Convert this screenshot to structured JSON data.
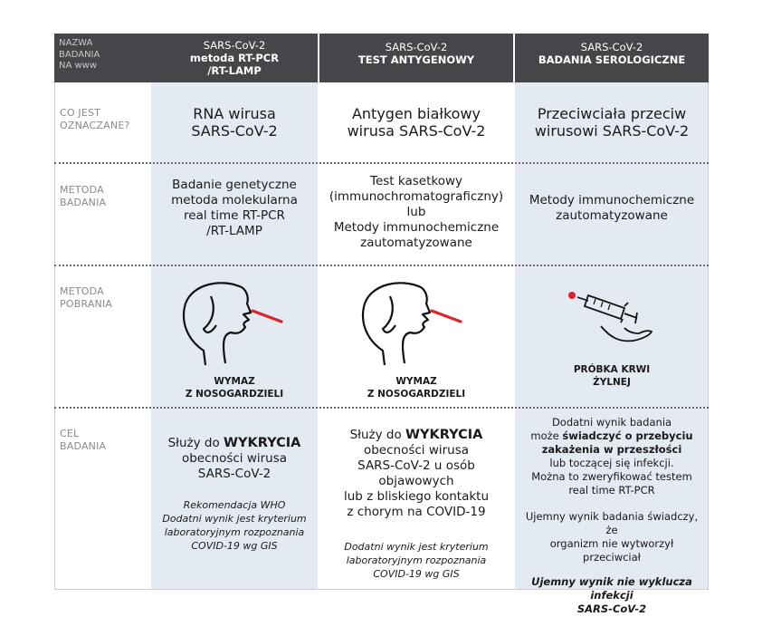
{
  "header": {
    "name_label": [
      "NAZWA",
      "BADANIA",
      "NA www"
    ],
    "columns": [
      {
        "sub": "SARS-CoV-2",
        "title": "metoda RT-PCR",
        "title2": "/RT-LAMP"
      },
      {
        "sub": "SARS-CoV-2",
        "title": "TEST ANTYGENOWY",
        "title2": ""
      },
      {
        "sub": "SARS-CoV-2",
        "title": "BADANIA SEROLOGICZNE",
        "title2": ""
      }
    ]
  },
  "rows": {
    "detected": {
      "label": [
        "CO JEST",
        "OZNACZANE?"
      ],
      "col1": [
        "RNA wirusa",
        "SARS-CoV-2"
      ],
      "col2": [
        "Antygen białkowy",
        "wirusa SARS-CoV-2"
      ],
      "col3": [
        "Przeciwciała przeciw",
        "wirusowi SARS-CoV-2"
      ]
    },
    "method": {
      "label": [
        "METODA",
        "BADANIA"
      ],
      "col1": [
        "Badanie genetyczne",
        "metoda molekularna",
        "real time RT-PCR",
        "/RT-LAMP"
      ],
      "col2": [
        "Test kasetkowy",
        "(immunochromatograficzny)",
        "lub",
        "Metody immunochemiczne",
        "zautomatyzowane"
      ],
      "col3": [
        "Metody immunochemiczne",
        "zautomatyzowane"
      ]
    },
    "sampling": {
      "label": [
        "METODA",
        "POBRANIA"
      ],
      "col1": [
        "WYMAZ",
        "Z NOSOGARDZIELI"
      ],
      "col2": [
        "WYMAZ",
        "Z NOSOGARDZIELI"
      ],
      "col3": [
        "PRÓBKA KRWI",
        "ŻYLNEJ"
      ],
      "icons": [
        "nasal-swab-icon",
        "nasal-swab-icon",
        "blood-syringe-icon"
      ],
      "swab_color": "#d9262c"
    },
    "purpose": {
      "label": [
        "CEL",
        "BADANIA"
      ],
      "col1": {
        "lead": "Służy do ",
        "emph": "WYKRYCIA",
        "rest": [
          "obecności wirusa",
          "SARS-CoV-2"
        ],
        "note": [
          "Rekomendacja WHO",
          "Dodatni wynik jest kryterium",
          "laboratoryjnym rozpoznania",
          "COVID-19 wg GIS"
        ]
      },
      "col2": {
        "lead": "Służy do ",
        "emph": "WYKRYCIA",
        "rest": [
          "obecności wirusa",
          "SARS-CoV-2 u osób",
          "objawowych",
          "lub z bliskiego kontaktu",
          "z chorym na COVID-19"
        ],
        "note": [
          "Dodatni wynik jest kryterium",
          "laboratoryjnym rozpoznania",
          "COVID-19 wg GIS"
        ]
      },
      "col3": {
        "p1": [
          "Dodatni wynik badania",
          "może ",
          "świadczyć o przebyciu",
          "zakażenia w przeszłości",
          "lub toczącej się infekcji.",
          "Można to zweryfikować testem",
          "real time RT-PCR"
        ],
        "p2": [
          "Ujemny wynik badania świadczy, że",
          "organizm nie wytworzył przeciwciał"
        ],
        "p3": [
          "Ujemny wynik nie wyklucza infekcji",
          "SARS-CoV-2"
        ]
      }
    }
  },
  "colors": {
    "header_bg": "#444649",
    "shade": "#e3eaf2",
    "accent_red": "#d9262c"
  }
}
